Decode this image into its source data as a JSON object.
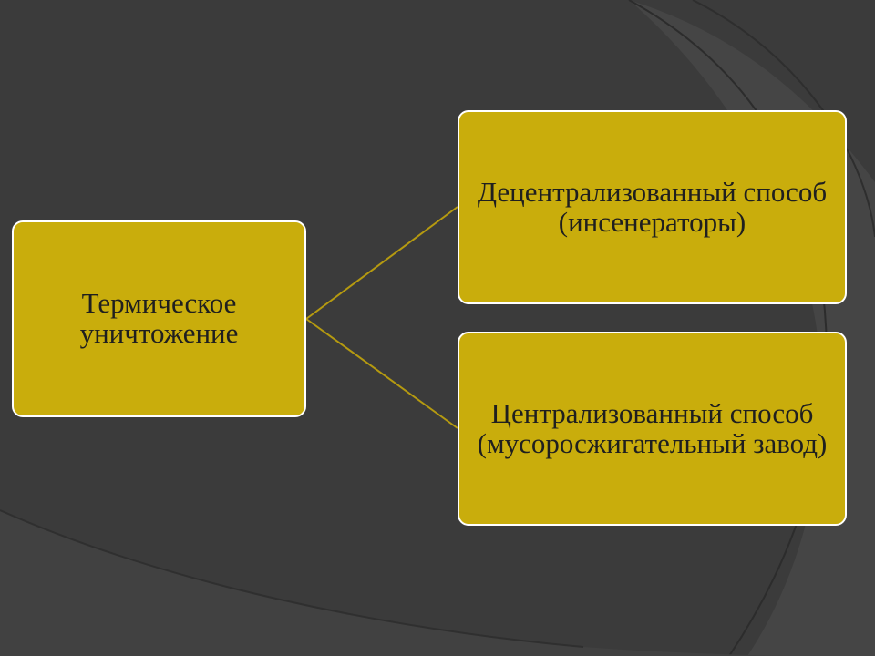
{
  "colors": {
    "background": "#3b3b3b",
    "box_fill": "#c9ad0c",
    "box_border": "#ffffff",
    "connector": "#b59a10"
  },
  "diagram": {
    "root": {
      "label": "Термическое уничтожение"
    },
    "children": [
      {
        "label": "Децентрализованный способ (инсенераторы)"
      },
      {
        "label": "Централизованный способ (мусоросжигательный завод)"
      }
    ]
  }
}
